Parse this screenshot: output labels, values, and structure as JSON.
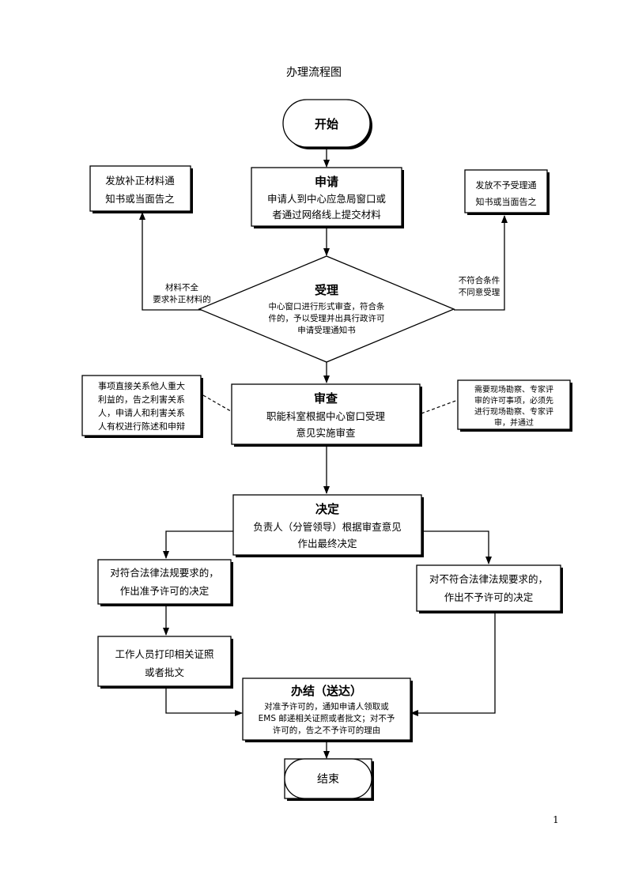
{
  "title": "办理流程图",
  "page_number": "1",
  "nodes": {
    "start": {
      "label": "开始"
    },
    "apply": {
      "heading": "申请",
      "lines": [
        "申请人到中心应急局窗口或",
        "者通过网络线上提交材料"
      ]
    },
    "notice_supplement": {
      "lines": [
        "发放补正材料通",
        "知书或当面告之"
      ]
    },
    "notice_reject": {
      "lines": [
        "发放不予受理通",
        "知书或当面告之"
      ]
    },
    "accept": {
      "heading": "受理",
      "lines": [
        "中心窗口进行形式审查，符合条",
        "件的，予以受理并出具行政许可",
        "申请受理通知书"
      ]
    },
    "review": {
      "heading": "审查",
      "lines": [
        "职能科室根据中心窗口受理",
        "意见实施审查"
      ]
    },
    "note_left": {
      "lines": [
        "事项直接关系他人重大",
        "利益的，告之利害关系",
        "人，申请人和利害关系",
        "人有权进行陈述和申辩"
      ]
    },
    "note_right": {
      "lines": [
        "需要现场勘察、专家评",
        "审的许可事项，必须先",
        "进行现场勘察、专家评",
        "审，并通过"
      ]
    },
    "decide": {
      "heading": "决定",
      "lines": [
        "负责人（分管领导）根据审查意见",
        "作出最终决定"
      ]
    },
    "approve": {
      "lines": [
        "对符合法律法规要求的，",
        "作出准予许可的决定"
      ]
    },
    "deny": {
      "lines": [
        "对不符合法律法规要求的，",
        "作出不予许可的决定"
      ]
    },
    "print": {
      "lines": [
        "工作人员打印相关证照",
        "或者批文"
      ]
    },
    "deliver": {
      "heading": "办结（送达）",
      "lines": [
        "对准予许可的，通知申请人领取或",
        "EMS 邮递相关证照或者批文；对不予",
        "许可的，告之不予许可的理由"
      ]
    },
    "end": {
      "label": "结束"
    }
  },
  "edge_labels": {
    "supplement": [
      "材料不全",
      "要求补正材料的"
    ],
    "reject": [
      "不符合条件",
      "不同意受理"
    ]
  }
}
